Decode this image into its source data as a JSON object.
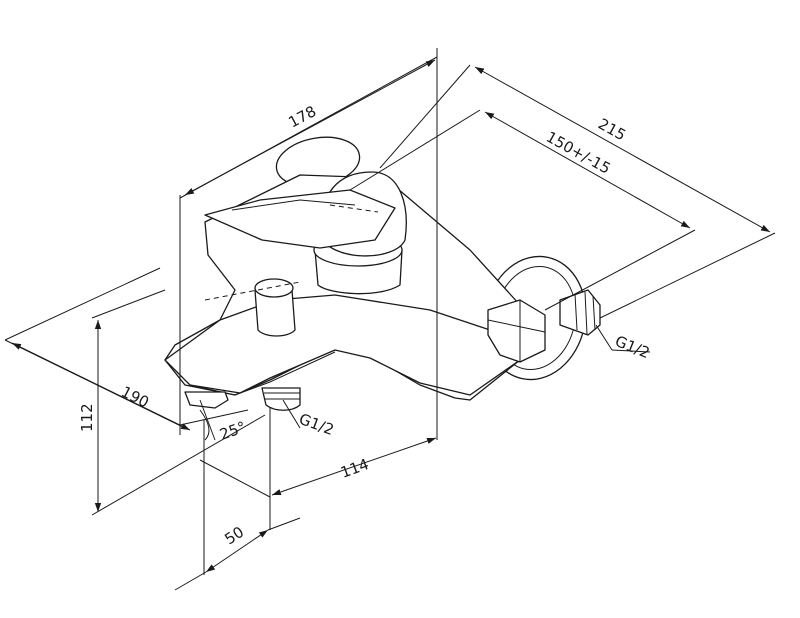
{
  "drawing": {
    "dimensions": {
      "overall_width": "178",
      "overall_depth": "215",
      "connection_spacing": "150+/-15",
      "spout_projection": "190",
      "height": "112",
      "spout_outlet_offset": "114",
      "outlet_offset": "50",
      "spout_angle": "25°",
      "outlet_thread": "G1/2",
      "inlet_thread": "G1/2"
    },
    "line_color": "#1a1a1a",
    "background": "#ffffff"
  }
}
